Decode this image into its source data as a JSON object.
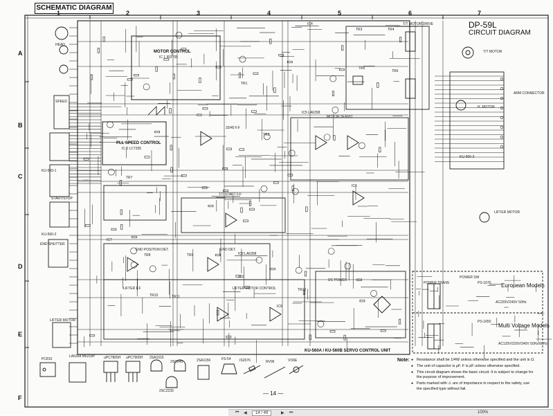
{
  "frame": {
    "title": "SCHEMATIC DIAGRAM",
    "columns": [
      "1",
      "2",
      "3",
      "4",
      "5",
      "6",
      "7"
    ],
    "rows": [
      "A",
      "B",
      "C",
      "D",
      "E",
      "F"
    ]
  },
  "model": {
    "name": "DP-59L",
    "subtitle": "CIRCUIT DIAGRAM"
  },
  "blocks": {
    "motor_control": "MOTOR CONTROL",
    "ic1": "IC 1  IR3T05",
    "pll": "PLL SPEED CONTROL",
    "ic2": "IC 2  LC7335",
    "tt_motor_drive": "T/T MOTOR DRIVE",
    "tt_motor": "T/T MOTOR",
    "arm_connector": "ARM CONNECTOR",
    "ff_33_45": "33/45 F.F",
    "ic5": "IC5  LA6358",
    "motor_servo": "MOTOR SERVO",
    "tt_start_ff": "T/T START F.F",
    "ic7": "IC7",
    "end_position": "END POSITION DET.",
    "end_det": "END DET.",
    "ic8": "IC8  LA6358",
    "lifter_ff": "LIFTER F.F",
    "lifter_motor_control": "LIFTER MOTOR CONTROL",
    "dc_power": "DC POWER",
    "power_sw": "POWER SW",
    "power_trans": "POWER TRANS",
    "european": "European Models",
    "multi_voltage": "Multi Voltage Models",
    "ac_eu": "AC220V/240V 50Hz",
    "ac_multi": "AC120V/220V/240V 50Hz/60Hz",
    "servo_unit": "KU-560A / KU-560B  SERVO CONTROL UNIT",
    "lifter_motor": "LIFTER MOTOR",
    "head": "HEAD",
    "speed": "SPEED",
    "ku560_1": "KU-560-1",
    "ku560_2": "KU-560-2",
    "ku560_3": "KU-560-3",
    "h_motor": "H. MOTOR",
    "start_stop": "START/STOP",
    "end_shutter": "END SHUTTER",
    "lifter_motor_label": "LIFTER MOTOR"
  },
  "components": {
    "tr1": "TR1",
    "tr2": "TR2",
    "tr3": "TR3",
    "tr4": "TR4",
    "tr5": "TR5",
    "tr6": "TR6",
    "tr7": "TR7",
    "tr8": "TR8",
    "tr9": "TR9",
    "tr10": "TR10",
    "tr11": "TR11",
    "tr12": "TR12",
    "ic3": "IC3",
    "ic4": "IC4",
    "ic6": "IC6",
    "ic9": "IC9",
    "parts_1": "PC810",
    "parts_2": "LA6358  M5218P",
    "parts_3": "uPC7805H",
    "parts_4": "uPC7905H",
    "parts_5": "2SA1015",
    "parts_6": "2SC945",
    "parts_7": "2SC2235",
    "parts_8": "2SA1156",
    "parts_9": "FS-54",
    "parts_10": "IS2076",
    "parts_11": "RV06",
    "parts_12": "VO6E",
    "ps1670": "PS-1670",
    "ps1650": "PS-1650"
  },
  "notes": {
    "title": "Note:",
    "items": [
      "Resistance shall be 1/4W unless otherwise specified and the unit is Ω.",
      "The unit of capacitor is μF. F is pF unless otherwise specified.",
      "This circuit diagram shows the basic circuit. It is subject to change for the purpose of improvement.",
      "Parts marked with ⚠ are of importance in respect to the safety, use the specified type without fail."
    ]
  },
  "page": "— 14 —",
  "viewer": {
    "page_box": "14 / 49",
    "zoom": "100%"
  }
}
